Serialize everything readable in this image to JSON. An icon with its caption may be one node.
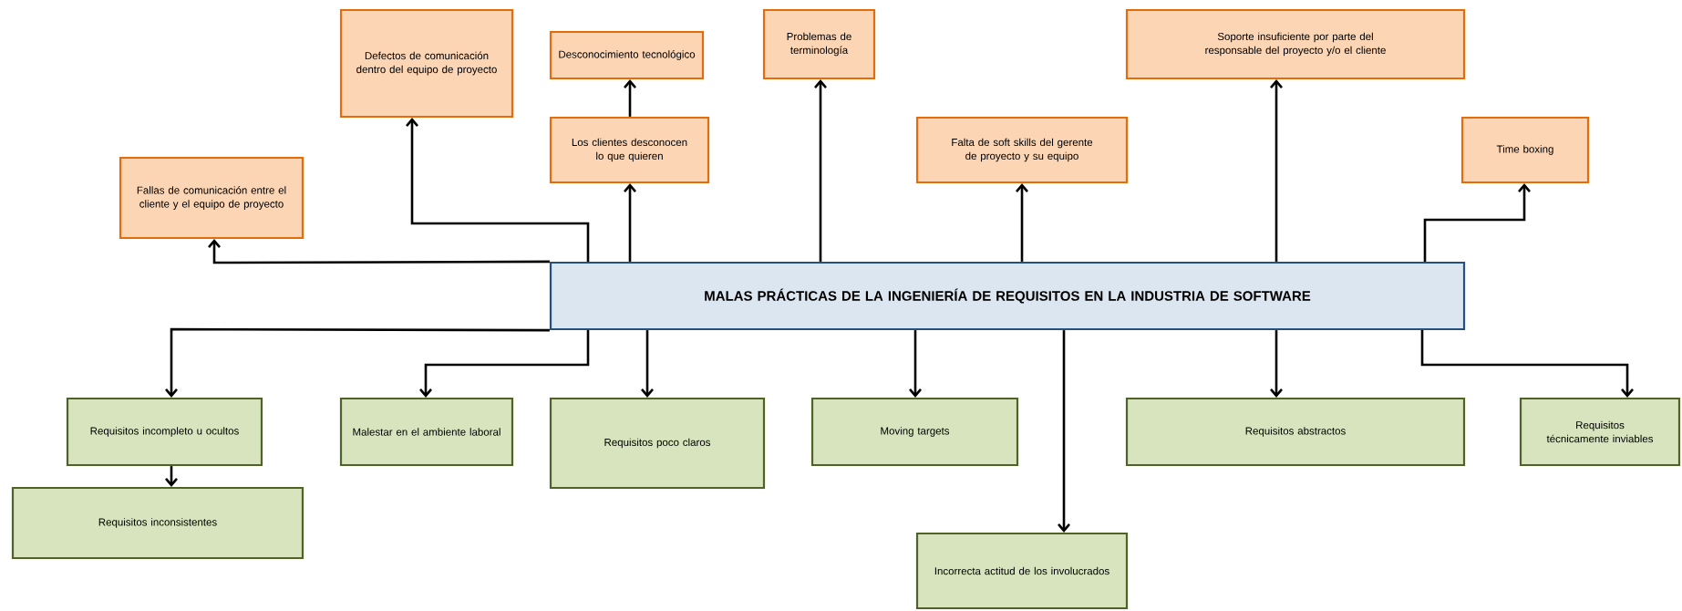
{
  "diagram": {
    "nodes": [
      {
        "text": [
          "MALAS PRÁCTICAS  DE  LA INGENIERÍA DE REQUISITOS EN LA INDUSTRIA DE SOFTWARE"
        ]
      },
      {
        "text": [
          "Fallas de comunicación entre el cliente y el equipo de proyecto"
        ]
      },
      {
        "text": [
          "Defectos de comunicación dentro del equipo de proyecto"
        ]
      },
      {
        "text": [
          "Desconocimiento tecnológico"
        ]
      },
      {
        "text": [
          "Los clientes desconocen lo que quieren"
        ]
      },
      {
        "text": [
          "Problemas de terminología"
        ]
      },
      {
        "text": [
          "Falta de soft skills del gerente de proyecto y su equipo"
        ]
      },
      {
        "text": [
          "Soporte insuficiente por parte del responsable del proyecto y/o el cliente"
        ]
      },
      {
        "text": [
          "Time boxing"
        ]
      },
      {
        "text": [
          "Requisitos incompleto u ocultos"
        ]
      },
      {
        "text": [
          "Requisitos inconsistentes"
        ]
      },
      {
        "text": [
          "Malestar en el ambiente laboral"
        ]
      },
      {
        "text": [
          "Requisitos  poco claros"
        ]
      },
      {
        "text": [
          "Moving targets"
        ]
      },
      {
        "text": [
          "Incorrecta  actitud de los involucrados"
        ]
      },
      {
        "text": [
          "Requisitos abstractos"
        ]
      },
      {
        "text": [
          "Requisitos técnicamente inviables"
        ]
      }
    ],
    "edges": [
      {
        "from": 0,
        "to": 1,
        "arrow": "to"
      },
      {
        "from": 0,
        "to": 2,
        "arrow": "to"
      },
      {
        "from": 0,
        "to": 4,
        "arrow": "to"
      },
      {
        "from": 4,
        "to": 3,
        "arrow": "to"
      },
      {
        "from": 0,
        "to": 5,
        "arrow": "to"
      },
      {
        "from": 0,
        "to": 6,
        "arrow": "to"
      },
      {
        "from": 0,
        "to": 7,
        "arrow": "to"
      },
      {
        "from": 0,
        "to": 8,
        "arrow": "to"
      },
      {
        "from": 0,
        "to": 9,
        "arrow": "to"
      },
      {
        "from": 0,
        "to": 11,
        "arrow": "to"
      },
      {
        "from": 0,
        "to": 12,
        "arrow": "to"
      },
      {
        "from": 0,
        "to": 13,
        "arrow": "to"
      },
      {
        "from": 0,
        "to": 14,
        "arrow": "to"
      },
      {
        "from": 0,
        "to": 15,
        "arrow": "to"
      },
      {
        "from": 0,
        "to": 16,
        "arrow": "to"
      },
      {
        "from": 9,
        "to": 10,
        "arrow": "to"
      }
    ]
  }
}
